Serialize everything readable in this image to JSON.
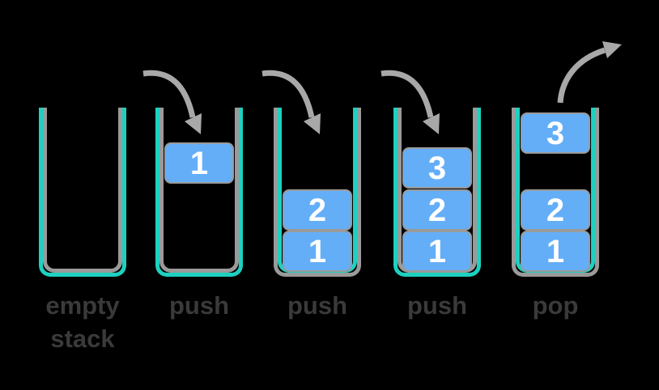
{
  "diagram": {
    "name": "stack push and pop operations",
    "colors": {
      "background": "#000000",
      "vessel_teal": "#1ed0bf",
      "vessel_gray": "#9a9a9a",
      "block_blue": "#64aef8",
      "block_border_gray": "#9a9a9a",
      "block_number_text": "#ffffff",
      "arrow_gray": "#a8a8a8",
      "label_text": "#3a3a3a"
    },
    "stages": [
      {
        "id": "empty",
        "label": "empty stack",
        "arrow": null,
        "blocks": []
      },
      {
        "id": "push-1",
        "label": "push",
        "arrow": "push",
        "blocks": [
          {
            "value": "1",
            "slot": "falling-in"
          }
        ]
      },
      {
        "id": "push-2",
        "label": "push",
        "arrow": "push",
        "blocks": [
          {
            "value": "2",
            "slot": "second"
          },
          {
            "value": "1",
            "slot": "bottom"
          }
        ]
      },
      {
        "id": "push-3",
        "label": "push",
        "arrow": "push",
        "blocks": [
          {
            "value": "3",
            "slot": "third"
          },
          {
            "value": "2",
            "slot": "second"
          },
          {
            "value": "1",
            "slot": "bottom"
          }
        ]
      },
      {
        "id": "pop",
        "label": "pop",
        "arrow": "pop",
        "blocks": [
          {
            "value": "3",
            "slot": "popping-out"
          },
          {
            "value": "2",
            "slot": "second"
          },
          {
            "value": "1",
            "slot": "bottom"
          }
        ]
      }
    ]
  }
}
